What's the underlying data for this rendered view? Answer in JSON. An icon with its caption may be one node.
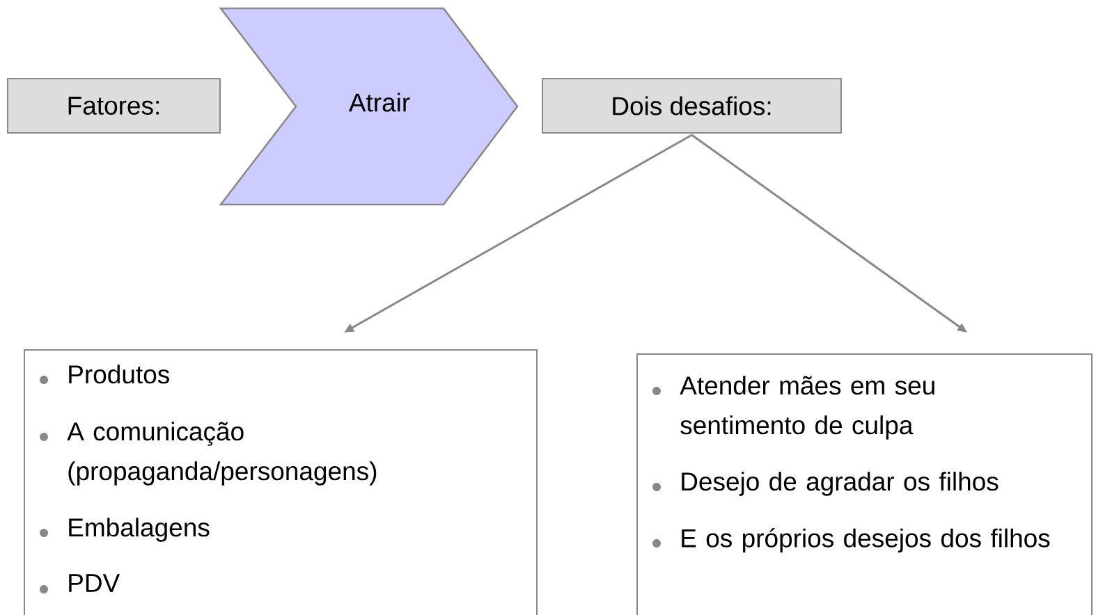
{
  "diagram": {
    "nodes": [
      {
        "text": [
          "Fatores:"
        ]
      },
      {
        "text": [
          "Atrair"
        ]
      },
      {
        "text": [
          "Dois desafios:"
        ]
      },
      {
        "text": [
          "Produtos",
          "A comunicação (propaganda/personagens)",
          "Embalagens",
          "PDV"
        ]
      },
      {
        "text": [
          "Atender mães em seu sentimento de culpa",
          "Desejo de agradar os filhos",
          "E os próprios desejos dos filhos"
        ]
      }
    ],
    "edges": [
      {
        "from": 2,
        "to": 3,
        "arrow": "to"
      },
      {
        "from": 2,
        "to": 4,
        "arrow": "to"
      }
    ]
  }
}
